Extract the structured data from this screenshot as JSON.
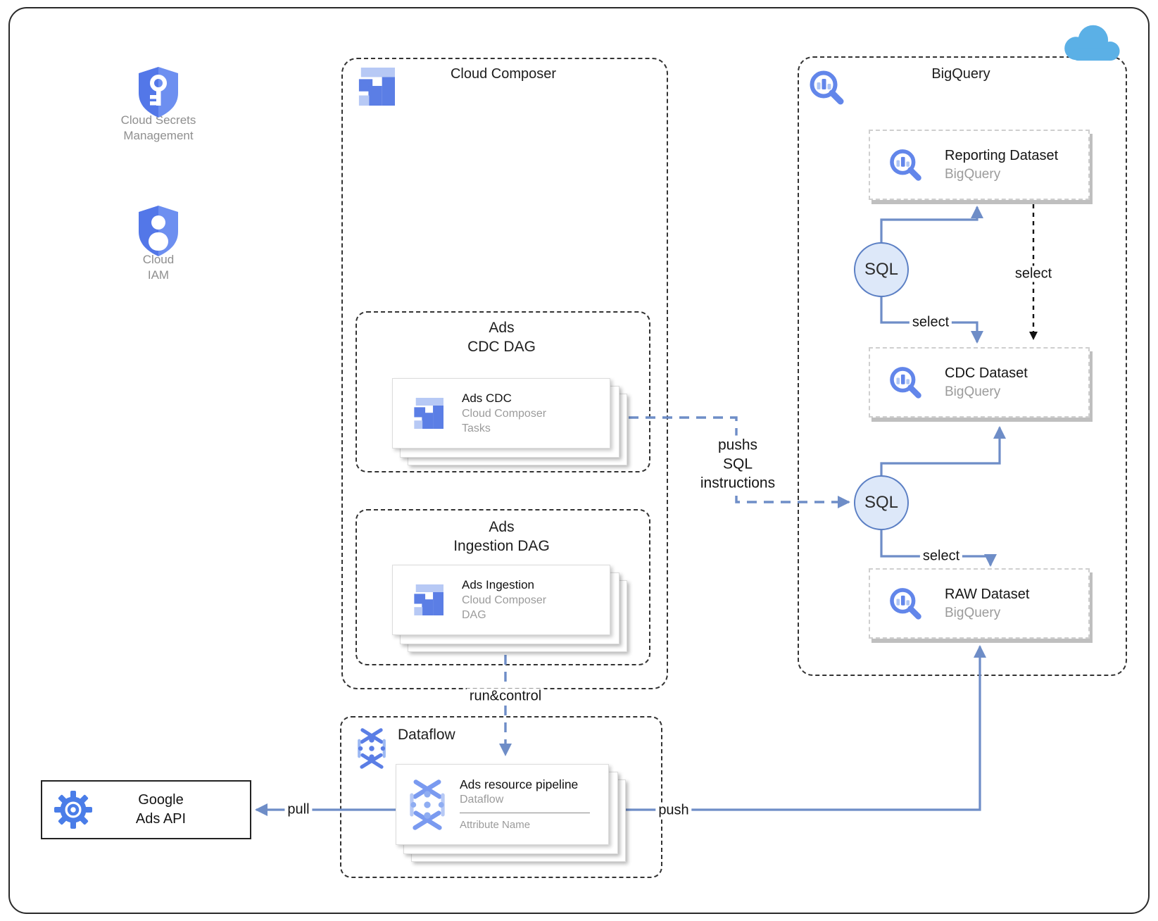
{
  "diagram": {
    "external_nodes": {
      "secrets": {
        "line1": "Cloud Secrets",
        "line2": "Management"
      },
      "iam": {
        "line1": "Cloud",
        "line2": "IAM"
      },
      "ads_api": {
        "line1": "Google",
        "line2": "Ads API"
      }
    },
    "composer": {
      "title": "Cloud Composer",
      "cdc_dag": {
        "line1": "Ads",
        "line2": "CDC DAG",
        "card": {
          "title": "Ads CDC",
          "sub1": "Cloud Composer",
          "sub2": "Tasks"
        }
      },
      "ingestion_dag": {
        "line1": "Ads",
        "line2": "Ingestion DAG",
        "card": {
          "title": "Ads Ingestion",
          "sub1": "Cloud Composer",
          "sub2": "DAG"
        }
      }
    },
    "bigquery": {
      "title": "BigQuery",
      "datasets": [
        {
          "title": "Reporting Dataset",
          "subtitle": "BigQuery"
        },
        {
          "title": "CDC Dataset",
          "subtitle": "BigQuery"
        },
        {
          "title": "RAW Dataset",
          "subtitle": "BigQuery"
        }
      ],
      "sql_nodes": [
        {
          "label": "SQL"
        },
        {
          "label": "SQL"
        }
      ]
    },
    "dataflow": {
      "title": "Dataflow",
      "card": {
        "title": "Ads resource pipeline",
        "sub": "Dataflow",
        "attr": "Attribute Name"
      }
    },
    "edge_labels": {
      "pushs_line1": "pushs",
      "pushs_line2": "SQL",
      "pushs_line3": "instructions",
      "select_top": "select",
      "select_dashed": "select",
      "select_bottom": "select",
      "run_control": "run&control",
      "pull": "pull",
      "push": "push"
    },
    "colors": {
      "icon_blue": "#5b7ee5",
      "icon_blue_light": "#b7c9f5",
      "arrow_blue": "#6e8dc7",
      "sql_circle_fill": "#dde8f9",
      "sql_circle_border": "#5b7fc4",
      "cloud_blue": "#5bb0e6",
      "container_border": "#2f2f2f",
      "subtitle_gray": "#9b9b9b"
    }
  }
}
